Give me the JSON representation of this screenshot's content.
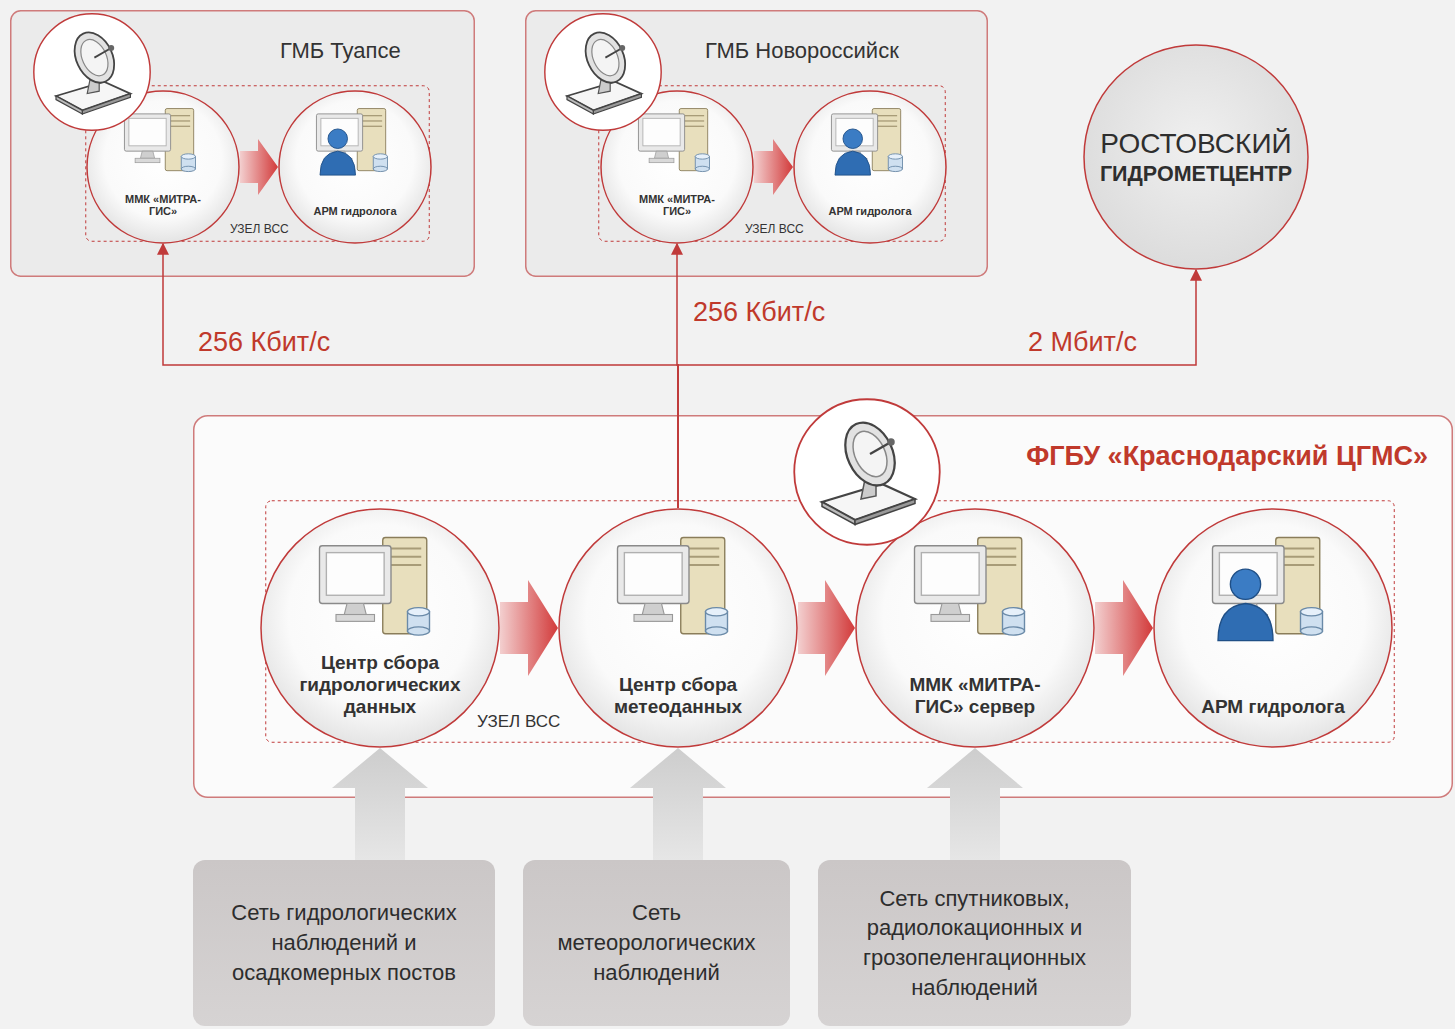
{
  "diagram": {
    "nodes": [
      {
        "text": [
          "ГМБ Туапсе"
        ]
      },
      {
        "text": [
          "УЗЕЛ ВСС"
        ],
        "in": 0
      },
      {
        "text": [
          "ММК «МИТРА-ГИС»"
        ],
        "in": 1
      },
      {
        "text": [
          "АРМ гидролога"
        ],
        "in": 1
      },
      {
        "text": [
          "ГМБ Новороссийск"
        ]
      },
      {
        "text": [
          "УЗЕЛ ВСС"
        ],
        "in": 4
      },
      {
        "text": [
          "ММК «МИТРА-ГИС»"
        ],
        "in": 5
      },
      {
        "text": [
          "АРМ гидролога"
        ],
        "in": 5
      },
      {
        "text": [
          "РОСТОВСКИЙ",
          "ГИДРОМЕТЦЕНТР"
        ]
      },
      {
        "text": [
          "ФГБУ «Краснодарский ЦГМС»"
        ]
      },
      {
        "text": [
          "УЗЕЛ ВСС"
        ],
        "in": 9
      },
      {
        "text": [
          "Центр сбора гидрологических данных"
        ],
        "in": 10
      },
      {
        "text": [
          "Центр сбора метеоданных"
        ],
        "in": 10
      },
      {
        "text": [
          "ММК «МИТРА-ГИС» сервер"
        ],
        "in": 10
      },
      {
        "text": [
          "АРМ гидролога"
        ],
        "in": 10
      },
      {
        "text": [
          "Сеть гидрологических наблюдений и осадкомерных постов"
        ]
      },
      {
        "text": [
          "Сеть метеорологических наблюдений"
        ]
      },
      {
        "text": [
          "Сеть спутниковых, радиолокационных и грозопеленгационных наблюдений"
        ]
      }
    ],
    "edges": [
      {
        "from": 2,
        "to": 3,
        "arrow": "to"
      },
      {
        "from": 6,
        "to": 7,
        "arrow": "to"
      },
      {
        "from": 11,
        "to": 12,
        "arrow": "to"
      },
      {
        "from": 12,
        "to": 13,
        "arrow": "to"
      },
      {
        "from": 13,
        "to": 14,
        "arrow": "to"
      },
      {
        "from": 15,
        "to": 11,
        "arrow": "to"
      },
      {
        "from": 16,
        "to": 12,
        "arrow": "to"
      },
      {
        "from": 17,
        "to": 13,
        "arrow": "to"
      },
      {
        "from": 12,
        "to": 2,
        "label": "256 Кбит/с",
        "arrow": "to"
      },
      {
        "from": 12,
        "to": 6,
        "label": "256 Кбит/с",
        "arrow": "to"
      },
      {
        "from": 12,
        "to": 8,
        "label": "2 Мбит/с",
        "arrow": "to"
      }
    ]
  }
}
